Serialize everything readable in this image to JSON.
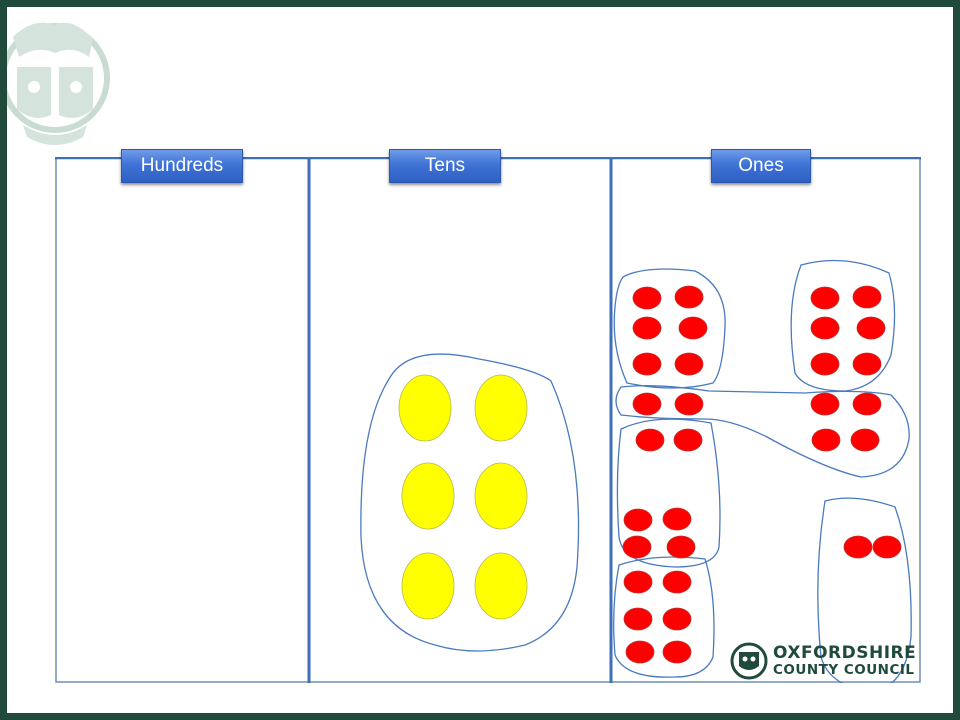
{
  "columns": [
    {
      "label": "Hundreds"
    },
    {
      "label": "Tens"
    },
    {
      "label": "Ones"
    }
  ],
  "tens_counters": {
    "count": 6,
    "color": "#ffff00"
  },
  "ones_counters": {
    "count": 32,
    "color": "#ff0000"
  },
  "colors": {
    "frame": "#1f4a3c",
    "header": "#3f73d6",
    "grid_line": "#3f6fb8",
    "group_outline": "#4a7abf"
  },
  "logo": {
    "line1": "OXFORDSHIRE",
    "line2": "COUNTY COUNCIL",
    "icon": "county-crest-icon"
  },
  "watermark": {
    "icon": "crest-watermark-icon"
  }
}
